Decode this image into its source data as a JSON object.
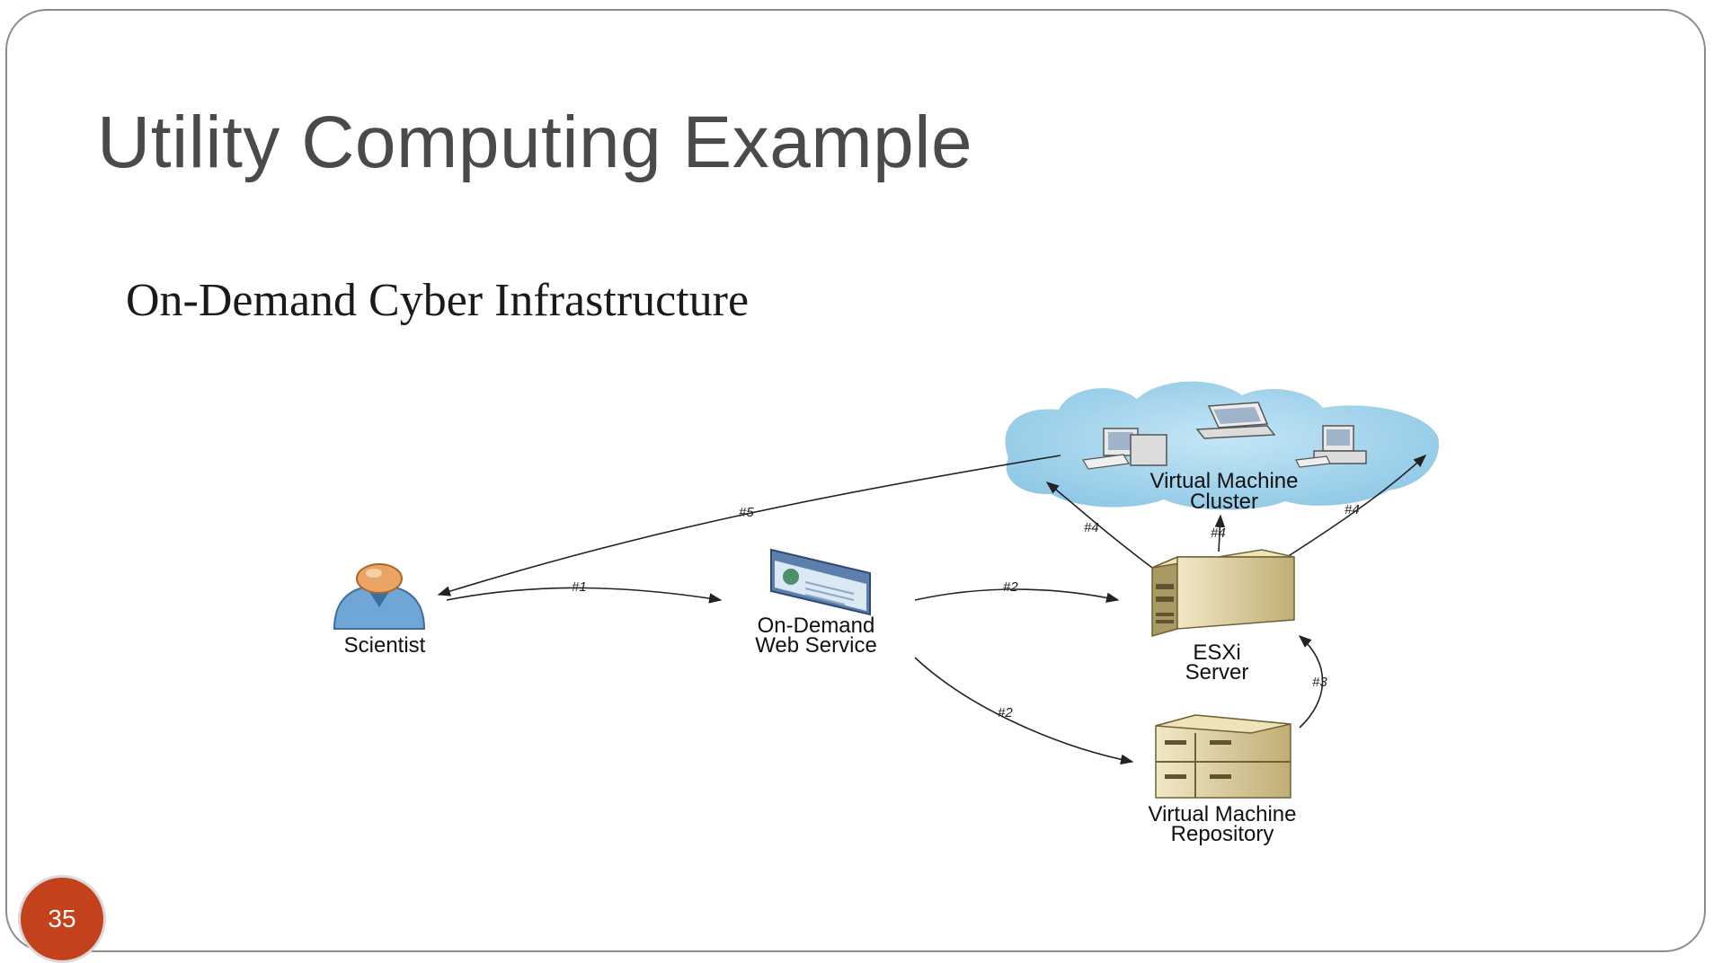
{
  "slide": {
    "title": "Utility Computing Example",
    "subtitle": "On-Demand Cyber Infrastructure",
    "page_number": "35"
  },
  "diagram": {
    "nodes": {
      "scientist": "Scientist",
      "web_service": [
        "On-Demand",
        "Web Service"
      ],
      "esxi_server": [
        "ESXi",
        "Server"
      ],
      "vm_cluster": [
        "Virtual Machine",
        "Cluster"
      ],
      "vm_repository": [
        "Virtual Machine",
        "Repository"
      ]
    },
    "edges": {
      "e1": "#1",
      "e2a": "#2",
      "e2b": "#2",
      "e3": "#3",
      "e4a": "#4",
      "e4b": "#4",
      "e4c": "#4",
      "e5": "#5"
    }
  },
  "colors": {
    "cloud": "#a9d7ee",
    "badge": "#c3421b",
    "person_body": "#6fa6d6",
    "person_head": "#e9a464",
    "server": "#d9ca98"
  }
}
